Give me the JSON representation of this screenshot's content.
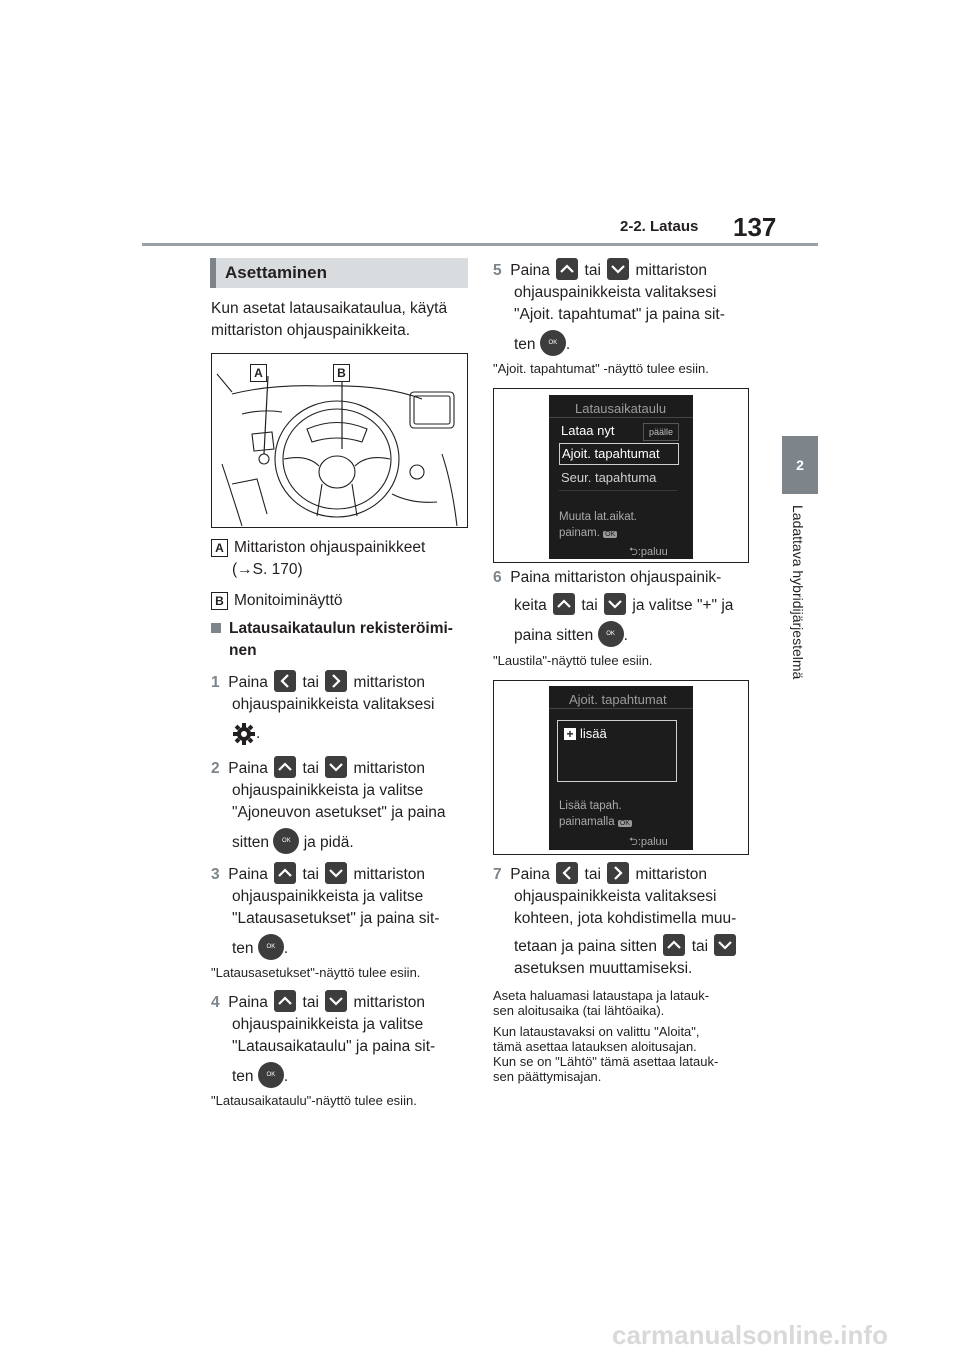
{
  "header": {
    "section": "2-2. Lataus",
    "page_number": "137",
    "chapter_tab": "2",
    "chapter_title": "Ladattava hybridijärjestelmä"
  },
  "left": {
    "heading": "Asettaminen",
    "intro": [
      "Kun asetat latausaikataulua, käytä",
      "mittariston ohjauspainikkeita."
    ],
    "figure_labels": [
      "A",
      "B"
    ],
    "legend": [
      {
        "key": "A",
        "lines": [
          "Mittariston ohjauspainikkeet",
          "(→S. 170)"
        ]
      },
      {
        "key": "B",
        "lines": [
          "Monitoiminäyttö"
        ]
      }
    ],
    "subheading": [
      "Latausaikataulun rekisteröimi-",
      "nen"
    ],
    "steps": {
      "s1": {
        "num": "1",
        "a": "Paina",
        "tai": "tai",
        "b": "mittariston",
        "c": "ohjauspainikkeista valitaksesi",
        "end": "."
      },
      "s2": {
        "num": "2",
        "a": "Paina",
        "tai": "tai",
        "b": "mittariston",
        "c": "ohjauspainikkeista ja valitse",
        "d": "\"Ajoneuvon asetukset\" ja paina",
        "e": "sitten",
        "f": "ja pidä."
      },
      "s3": {
        "num": "3",
        "a": "Paina",
        "tai": "tai",
        "b": "mittariston",
        "c": "ohjauspainikkeista ja valitse",
        "d": "\"Latausasetukset\" ja paina sit-",
        "e": "ten",
        "end": "."
      },
      "n3": "\"Latausasetukset\"-näyttö tulee esiin.",
      "s4": {
        "num": "4",
        "a": "Paina",
        "tai": "tai",
        "b": "mittariston",
        "c": "ohjauspainikkeista ja valitse",
        "d": "\"Latausaikataulu\" ja paina sit-",
        "e": "ten",
        "end": "."
      },
      "n4": "\"Latausaikataulu\"-näyttö tulee esiin."
    }
  },
  "right": {
    "s5": {
      "num": "5",
      "a": "Paina",
      "tai": "tai",
      "b": "mittariston",
      "c": "ohjauspainikkeista valitaksesi",
      "d": "\"Ajoit. tapahtumat\" ja paina sit-",
      "e": "ten",
      "end": "."
    },
    "n5": "\"Ajoit. tapahtumat\" -näyttö tulee esiin.",
    "screen1": {
      "title": "Latausaikataulu",
      "item1": "Lataa nyt",
      "item1_badge": "päälle",
      "item2": "Ajoit. tapahtumat",
      "item3": "Seur. tapahtuma",
      "hint1": "Muuta lat.aikat.",
      "hint2": "painam.",
      "ok": "OK",
      "back": ":paluu"
    },
    "s6": {
      "num": "6",
      "a": "Paina mittariston ohjauspainik-",
      "b": "keita",
      "tai": "tai",
      "c": "ja valitse \"+\" ja",
      "d": "paina sitten",
      "end": "."
    },
    "n6": "\"Laustila\"-näyttö tulee esiin.",
    "screen2": {
      "title": "Ajoit. tapahtumat",
      "add": "lisää",
      "hint1": "Lisää tapah.",
      "hint2": "painamalla",
      "ok": "OK",
      "back": ":paluu"
    },
    "s7": {
      "num": "7",
      "a": "Paina",
      "tai": "tai",
      "b": "mittariston",
      "c": "ohjauspainikkeista valitaksesi",
      "d": "kohteen, jota kohdistimella muu-",
      "e": "tetaan ja paina sitten",
      "tai2": "tai",
      "f": "asetuksen muuttamiseksi."
    },
    "note7a": [
      "Aseta haluamasi lataustapa ja latauk-",
      "sen aloitusaika (tai lähtöaika)."
    ],
    "note7b": [
      "Kun lataustavaksi on valittu \"Aloita\",",
      "tämä asettaa latauksen aloitusajan.",
      "Kun se on \"Lähtö\" tämä asettaa latauk-",
      "sen päättymisajan."
    ]
  },
  "footer": {
    "watermark": "carmanualsonline.info"
  },
  "ok_label": "OK"
}
